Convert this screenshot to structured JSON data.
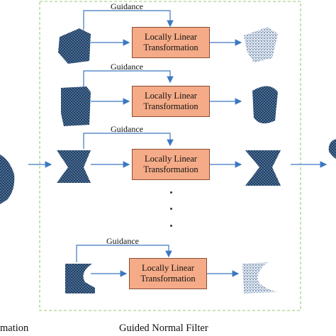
{
  "diagram": {
    "guidance_label": "Guidance",
    "box_line1": "Locally Linear",
    "box_line2": "Transformation",
    "main_caption": "Guided Normal Filter",
    "left_caption_fragment": "mation",
    "colors": {
      "box_fill": "#f5ab87",
      "box_border": "#8a4b32",
      "arrow": "#3a78c2",
      "dashed_border": "#a6d48a",
      "point_cloud": "#1d3f66"
    }
  }
}
